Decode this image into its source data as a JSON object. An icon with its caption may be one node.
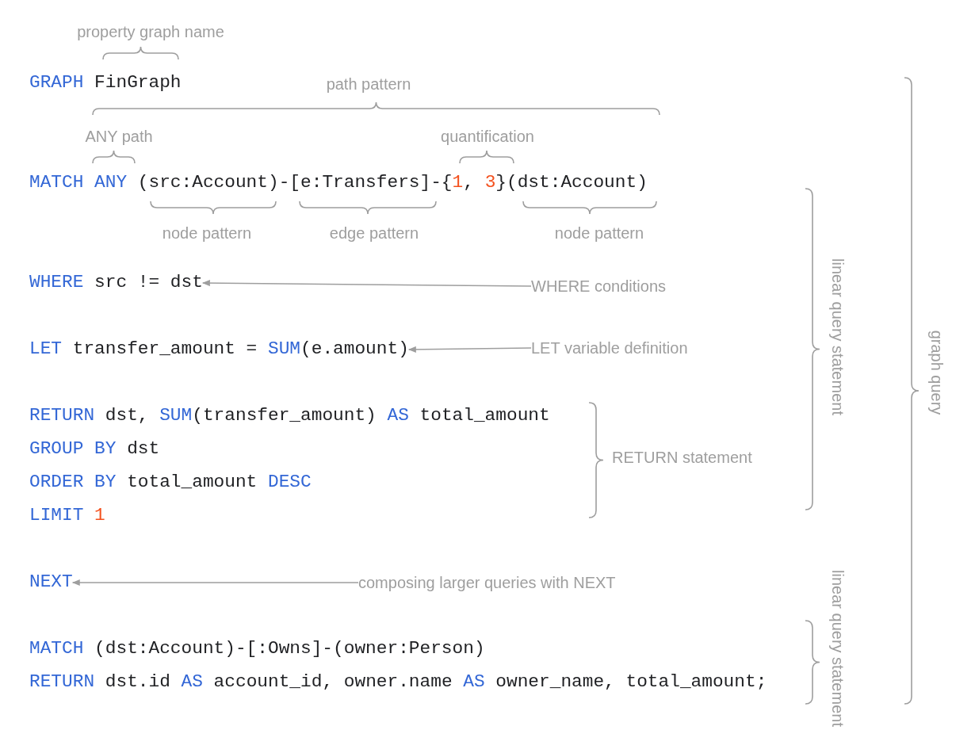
{
  "diagram": {
    "nodes": [
      {
        "text": [
          "WHERE src != dst"
        ]
      },
      {
        "text": [
          "WHERE conditions"
        ]
      },
      {
        "text": [
          "LET transfer_amount = SUM(e.amount)"
        ]
      },
      {
        "text": [
          "LET variable definition"
        ]
      },
      {
        "text": [
          "NEXT"
        ]
      },
      {
        "text": [
          "composing larger queries with NEXT"
        ]
      }
    ],
    "edges": [
      {
        "from": 1,
        "to": 0,
        "arrow": "to"
      },
      {
        "from": 3,
        "to": 2,
        "arrow": "to"
      },
      {
        "from": 5,
        "to": 4,
        "arrow": "to"
      }
    ],
    "labels": [
      "property graph name",
      "GRAPH FinGraph",
      "path pattern",
      "ANY path",
      "quantification",
      "MATCH ANY (src:Account)-[e:Transfers]-{1, 3}(dst:Account)",
      "node pattern",
      "edge pattern",
      "node pattern",
      "RETURN dst, SUM(transfer_amount) AS total_amount",
      "GROUP BY dst",
      "ORDER BY total_amount DESC",
      "LIMIT 1",
      "RETURN statement",
      "MATCH (dst:Account)-[:Owns]-(owner:Person)",
      "RETURN dst.id AS account_id, owner.name AS owner_name, total_amount;",
      "linear query statement",
      "linear query statement",
      "graph query"
    ]
  }
}
